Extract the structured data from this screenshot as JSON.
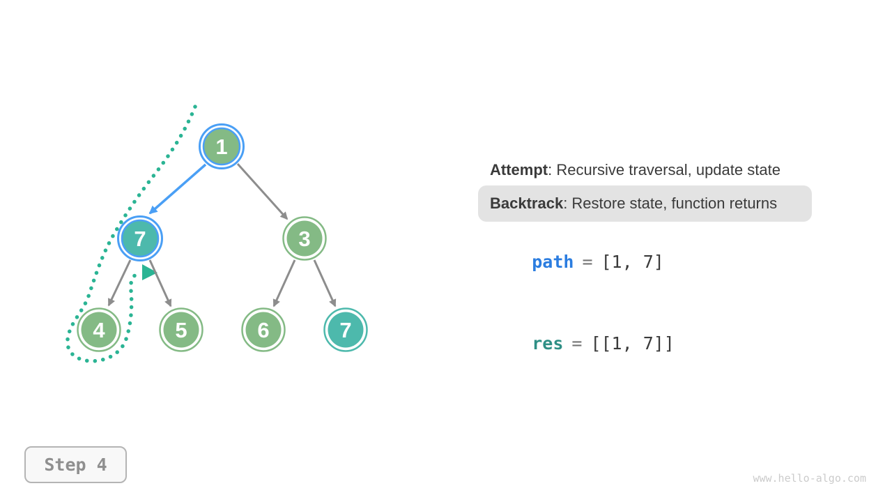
{
  "palette": {
    "node_green": "#84ba85",
    "node_teal": "#4db9ac",
    "highlight_blue": "#4a9ff5",
    "edge_gray": "#8d8d8d",
    "backtrack_teal": "#2bb494",
    "path_blue": "#2b7de0",
    "res_teal": "#2e8f85",
    "chip_bg": "#e3e3e3",
    "text_dark": "#3a3a3a"
  },
  "tree": {
    "nodes": [
      {
        "value": "1",
        "state": "in-path-highlighted"
      },
      {
        "value": "7",
        "state": "in-path-highlighted"
      },
      {
        "value": "3",
        "state": "unvisited"
      },
      {
        "value": "4",
        "state": "backtracked"
      },
      {
        "value": "5",
        "state": "unvisited"
      },
      {
        "value": "6",
        "state": "unvisited"
      },
      {
        "value": "7",
        "state": "result-found"
      }
    ],
    "edges": [
      {
        "from": "1",
        "to": "7",
        "highlighted": true
      },
      {
        "from": "1",
        "to": "3",
        "highlighted": false
      },
      {
        "from": "7",
        "to": "4",
        "highlighted": false
      },
      {
        "from": "7",
        "to": "5",
        "highlighted": false
      },
      {
        "from": "3",
        "to": "6",
        "highlighted": false
      },
      {
        "from": "3",
        "to": "7",
        "highlighted": false
      }
    ]
  },
  "panel": {
    "attempt_label": "Attempt",
    "attempt_rest": ": Recursive traversal, update state",
    "backtrack_label": "Backtrack",
    "backtrack_rest": ": Restore state, function returns",
    "path_var": "path",
    "path_eq": "=",
    "path_val": "[1, 7]",
    "res_var": "res",
    "res_eq": "=",
    "res_val": "[[1, 7]]"
  },
  "step": {
    "label": "Step 4"
  },
  "footer": {
    "watermark": "www.hello-algo.com"
  }
}
